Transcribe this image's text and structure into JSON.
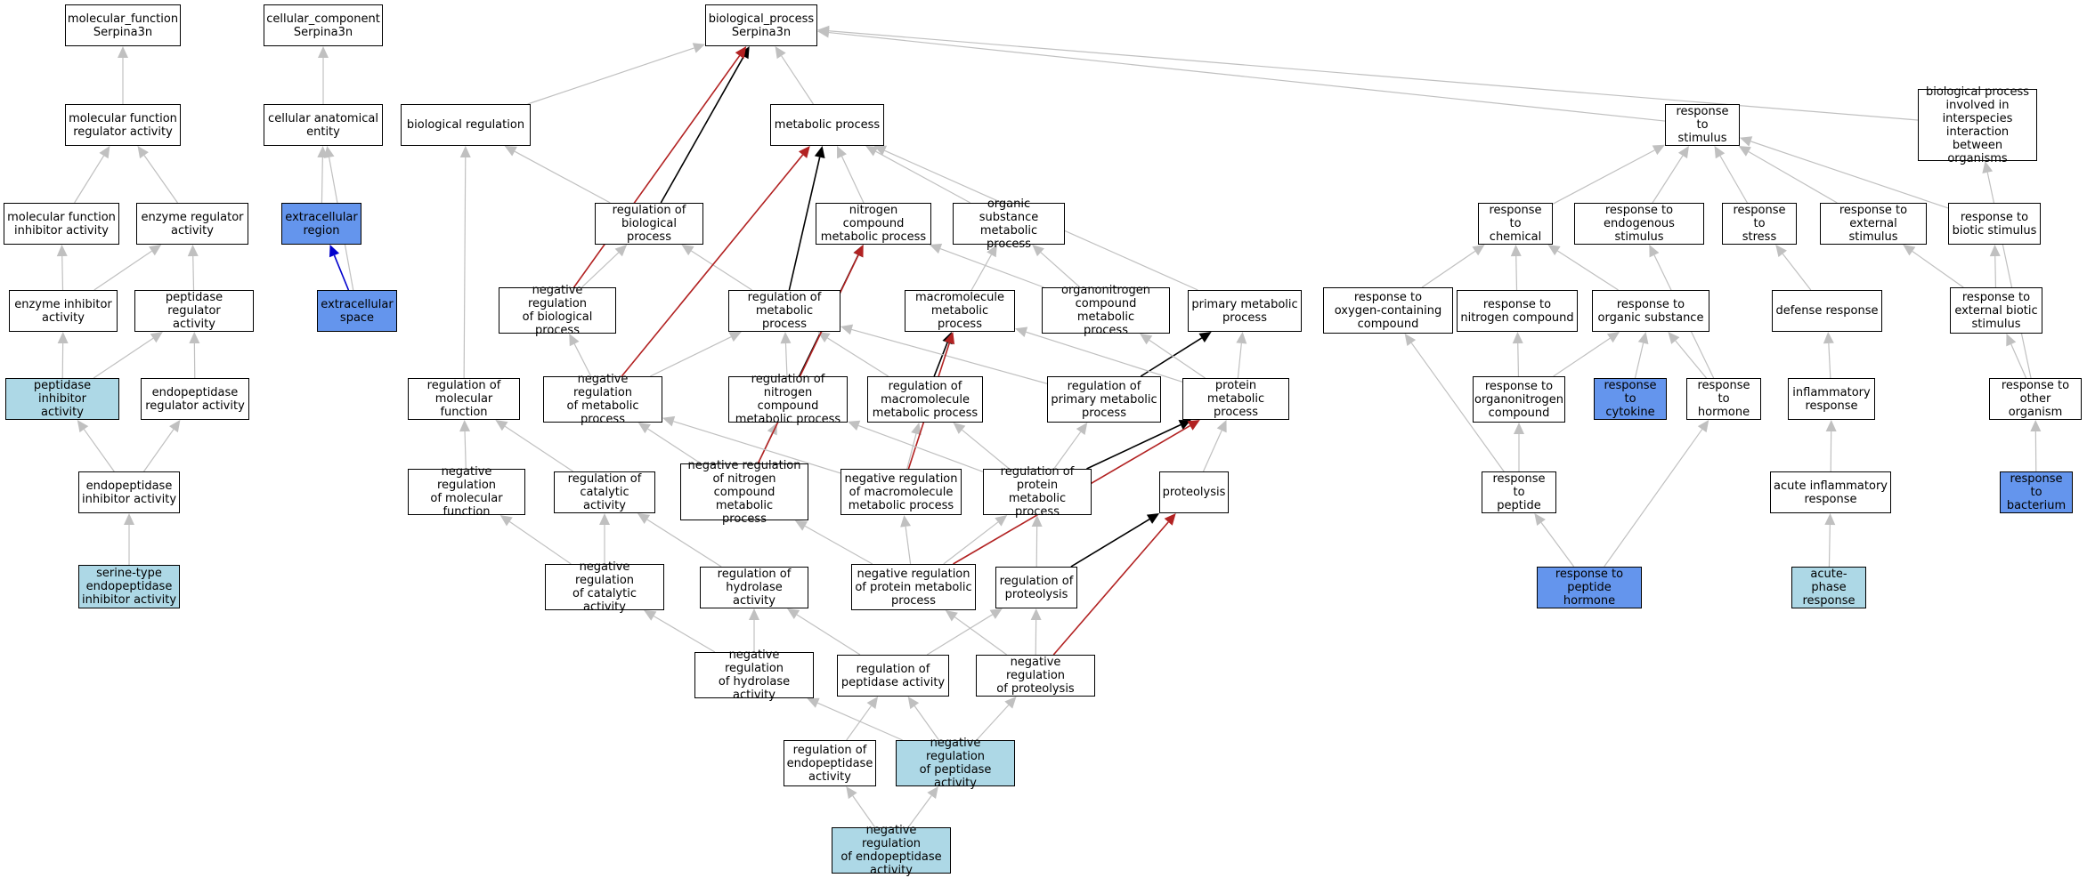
{
  "colors": {
    "edge_gray": "#c0c0c0",
    "edge_black": "#000000",
    "edge_red": "#b22222",
    "edge_blue": "#0000cd",
    "fill_white": "#ffffff",
    "fill_light_blue": "#add8e6",
    "fill_blue": "#6495ed"
  },
  "nodes": {
    "mf_root": {
      "label": "molecular_function\nSerpina3n",
      "fill": "white"
    },
    "cc_root": {
      "label": "cellular_component\nSerpina3n",
      "fill": "white"
    },
    "bp_root": {
      "label": "biological_process\nSerpina3n",
      "fill": "white"
    },
    "mf_reg_act": {
      "label": "molecular function\nregulator activity",
      "fill": "white"
    },
    "cell_anat": {
      "label": "cellular anatomical\nentity",
      "fill": "white"
    },
    "bio_reg": {
      "label": "biological regulation",
      "fill": "white"
    },
    "metab_proc": {
      "label": "metabolic process",
      "fill": "white"
    },
    "resp_stim": {
      "label": "response to\nstimulus",
      "fill": "white"
    },
    "bp_interspecies": {
      "label": "biological process\ninvolved in\ninterspecies\ninteraction\nbetween organisms",
      "fill": "white"
    },
    "mf_inhib_act": {
      "label": "molecular function\ninhibitor activity",
      "fill": "white"
    },
    "enz_reg_act": {
      "label": "enzyme regulator\nactivity",
      "fill": "white"
    },
    "extracell_region": {
      "label": "extracellular\nregion",
      "fill": "blue"
    },
    "reg_bio_proc": {
      "label": "regulation of\nbiological process",
      "fill": "white"
    },
    "nitrogen_metab": {
      "label": "nitrogen compound\nmetabolic process",
      "fill": "white"
    },
    "organic_sub_metab": {
      "label": "organic substance\nmetabolic process",
      "fill": "white"
    },
    "resp_chem": {
      "label": "response to\nchemical",
      "fill": "white"
    },
    "resp_endog": {
      "label": "response to\nendogenous stimulus",
      "fill": "white"
    },
    "resp_stress": {
      "label": "response to\nstress",
      "fill": "white"
    },
    "resp_ext_stim": {
      "label": "response to\nexternal stimulus",
      "fill": "white"
    },
    "resp_biotic": {
      "label": "response to\nbiotic stimulus",
      "fill": "white"
    },
    "enz_inhib_act": {
      "label": "enzyme inhibitor\nactivity",
      "fill": "white"
    },
    "pept_reg_act": {
      "label": "peptidase regulator\nactivity",
      "fill": "white"
    },
    "extracell_space": {
      "label": "extracellular\nspace",
      "fill": "blue"
    },
    "neg_reg_bio_proc": {
      "label": "negative regulation\nof biological\nprocess",
      "fill": "white"
    },
    "reg_metab_proc": {
      "label": "regulation of\nmetabolic process",
      "fill": "white"
    },
    "macromol_metab": {
      "label": "macromolecule\nmetabolic process",
      "fill": "white"
    },
    "organonitrogen_metab": {
      "label": "organonitrogen\ncompound metabolic\nprocess",
      "fill": "white"
    },
    "primary_metab": {
      "label": "primary metabolic\nprocess",
      "fill": "white"
    },
    "resp_oxygen": {
      "label": "response to\noxygen-containing\ncompound",
      "fill": "white"
    },
    "resp_nitrogen": {
      "label": "response to\nnitrogen compound",
      "fill": "white"
    },
    "resp_organic": {
      "label": "response to\norganic substance",
      "fill": "white"
    },
    "defense_resp": {
      "label": "defense response",
      "fill": "white"
    },
    "resp_ext_biotic": {
      "label": "response to\nexternal biotic\nstimulus",
      "fill": "white"
    },
    "pept_inhib_act": {
      "label": "peptidase inhibitor\nactivity",
      "fill": "light"
    },
    "endopept_reg_act": {
      "label": "endopeptidase\nregulator activity",
      "fill": "white"
    },
    "reg_mol_func": {
      "label": "regulation of\nmolecular function",
      "fill": "white"
    },
    "neg_reg_metab": {
      "label": "negative regulation\nof metabolic\nprocess",
      "fill": "white"
    },
    "reg_nitrogen_metab": {
      "label": "regulation of\nnitrogen compound\nmetabolic process",
      "fill": "white"
    },
    "reg_macromol_metab": {
      "label": "regulation of\nmacromolecule\nmetabolic process",
      "fill": "white"
    },
    "reg_primary_metab": {
      "label": "regulation of\nprimary metabolic\nprocess",
      "fill": "white"
    },
    "protein_metab": {
      "label": "protein metabolic\nprocess",
      "fill": "white"
    },
    "resp_organonitrogen": {
      "label": "response to\norganonitrogen\ncompound",
      "fill": "white"
    },
    "resp_cytokine": {
      "label": "response to\ncytokine",
      "fill": "blue"
    },
    "resp_hormone": {
      "label": "response to\nhormone",
      "fill": "white"
    },
    "inflamm_resp": {
      "label": "inflammatory\nresponse",
      "fill": "white"
    },
    "resp_other_org": {
      "label": "response to\nother organism",
      "fill": "white"
    },
    "endopept_inhib_act": {
      "label": "endopeptidase\ninhibitor activity",
      "fill": "white"
    },
    "neg_reg_mol_func": {
      "label": "negative regulation\nof molecular\nfunction",
      "fill": "white"
    },
    "reg_catalytic": {
      "label": "regulation of\ncatalytic activity",
      "fill": "white"
    },
    "neg_reg_nitrogen_metab": {
      "label": "negative regulation\nof nitrogen\ncompound metabolic\nprocess",
      "fill": "white"
    },
    "neg_reg_macromol_metab": {
      "label": "negative regulation\nof macromolecule\nmetabolic process",
      "fill": "white"
    },
    "reg_protein_metab": {
      "label": "regulation of\nprotein metabolic\nprocess",
      "fill": "white"
    },
    "proteolysis": {
      "label": "proteolysis",
      "fill": "white"
    },
    "resp_peptide": {
      "label": "response to\npeptide",
      "fill": "white"
    },
    "acute_inflamm": {
      "label": "acute inflammatory\nresponse",
      "fill": "white"
    },
    "resp_bacterium": {
      "label": "response to\nbacterium",
      "fill": "blue"
    },
    "serine_endopept_inhib": {
      "label": "serine-type\nendopeptidase\ninhibitor activity",
      "fill": "light"
    },
    "neg_reg_catalytic": {
      "label": "negative regulation\nof catalytic\nactivity",
      "fill": "white"
    },
    "reg_hydrolase": {
      "label": "regulation of\nhydrolase activity",
      "fill": "white"
    },
    "neg_reg_protein_metab": {
      "label": "negative regulation\nof protein metabolic\nprocess",
      "fill": "white"
    },
    "reg_proteolysis": {
      "label": "regulation of\nproteolysis",
      "fill": "white"
    },
    "resp_peptide_hormone": {
      "label": "response to\npeptide hormone",
      "fill": "blue"
    },
    "acute_phase": {
      "label": "acute-phase\nresponse",
      "fill": "light"
    },
    "neg_reg_hydrolase": {
      "label": "negative regulation\nof hydrolase\nactivity",
      "fill": "white"
    },
    "reg_peptidase": {
      "label": "regulation of\npeptidase activity",
      "fill": "white"
    },
    "neg_reg_proteolysis": {
      "label": "negative regulation\nof proteolysis",
      "fill": "white"
    },
    "reg_endopept": {
      "label": "regulation of\nendopeptidase\nactivity",
      "fill": "white"
    },
    "neg_reg_pept": {
      "label": "negative regulation\nof peptidase\nactivity",
      "fill": "light"
    },
    "neg_reg_endopept": {
      "label": "negative regulation\nof endopeptidase\nactivity",
      "fill": "light"
    }
  },
  "edges": [
    [
      "mf_reg_act",
      "mf_root",
      "gray"
    ],
    [
      "mf_inhib_act",
      "mf_reg_act",
      "gray"
    ],
    [
      "enz_reg_act",
      "mf_reg_act",
      "gray"
    ],
    [
      "enz_inhib_act",
      "mf_inhib_act",
      "gray"
    ],
    [
      "enz_inhib_act",
      "enz_reg_act",
      "gray"
    ],
    [
      "pept_reg_act",
      "enz_reg_act",
      "gray"
    ],
    [
      "pept_inhib_act",
      "enz_inhib_act",
      "gray"
    ],
    [
      "pept_inhib_act",
      "pept_reg_act",
      "gray"
    ],
    [
      "endopept_reg_act",
      "pept_reg_act",
      "gray"
    ],
    [
      "endopept_inhib_act",
      "pept_inhib_act",
      "gray"
    ],
    [
      "endopept_inhib_act",
      "endopept_reg_act",
      "gray"
    ],
    [
      "serine_endopept_inhib",
      "endopept_inhib_act",
      "gray"
    ],
    [
      "cell_anat",
      "cc_root",
      "gray"
    ],
    [
      "extracell_region",
      "cell_anat",
      "gray"
    ],
    [
      "extracell_space",
      "cell_anat",
      "gray"
    ],
    [
      "extracell_space",
      "extracell_region",
      "blue"
    ],
    [
      "bio_reg",
      "bp_root",
      "gray"
    ],
    [
      "metab_proc",
      "bp_root",
      "gray"
    ],
    [
      "resp_stim",
      "bp_root",
      "gray"
    ],
    [
      "bp_interspecies",
      "bp_root",
      "gray"
    ],
    [
      "reg_bio_proc",
      "bio_reg",
      "gray"
    ],
    [
      "reg_bio_proc",
      "bp_root",
      "black"
    ],
    [
      "neg_reg_bio_proc",
      "reg_bio_proc",
      "gray"
    ],
    [
      "neg_reg_bio_proc",
      "bp_root",
      "red"
    ],
    [
      "nitrogen_metab",
      "metab_proc",
      "gray"
    ],
    [
      "organic_sub_metab",
      "metab_proc",
      "gray"
    ],
    [
      "primary_metab",
      "metab_proc",
      "gray"
    ],
    [
      "macromol_metab",
      "organic_sub_metab",
      "gray"
    ],
    [
      "organonitrogen_metab",
      "nitrogen_metab",
      "gray"
    ],
    [
      "organonitrogen_metab",
      "organic_sub_metab",
      "gray"
    ],
    [
      "reg_metab_proc",
      "reg_bio_proc",
      "gray"
    ],
    [
      "reg_metab_proc",
      "metab_proc",
      "black"
    ],
    [
      "neg_reg_metab",
      "neg_reg_bio_proc",
      "gray"
    ],
    [
      "neg_reg_metab",
      "reg_metab_proc",
      "gray"
    ],
    [
      "neg_reg_metab",
      "metab_proc",
      "red"
    ],
    [
      "reg_nitrogen_metab",
      "reg_metab_proc",
      "gray"
    ],
    [
      "reg_nitrogen_metab",
      "nitrogen_metab",
      "black"
    ],
    [
      "reg_macromol_metab",
      "reg_metab_proc",
      "gray"
    ],
    [
      "reg_macromol_metab",
      "macromol_metab",
      "black"
    ],
    [
      "reg_primary_metab",
      "reg_metab_proc",
      "gray"
    ],
    [
      "reg_primary_metab",
      "primary_metab",
      "black"
    ],
    [
      "protein_metab",
      "primary_metab",
      "gray"
    ],
    [
      "protein_metab",
      "macromol_metab",
      "gray"
    ],
    [
      "protein_metab",
      "organonitrogen_metab",
      "gray"
    ],
    [
      "reg_mol_func",
      "bio_reg",
      "gray"
    ],
    [
      "neg_reg_mol_func",
      "reg_mol_func",
      "gray"
    ],
    [
      "reg_catalytic",
      "reg_mol_func",
      "gray"
    ],
    [
      "neg_reg_nitrogen_metab",
      "neg_reg_metab",
      "gray"
    ],
    [
      "neg_reg_nitrogen_metab",
      "reg_nitrogen_metab",
      "gray"
    ],
    [
      "neg_reg_nitrogen_metab",
      "nitrogen_metab",
      "red"
    ],
    [
      "neg_reg_macromol_metab",
      "neg_reg_metab",
      "gray"
    ],
    [
      "neg_reg_macromol_metab",
      "reg_macromol_metab",
      "gray"
    ],
    [
      "neg_reg_macromol_metab",
      "macromol_metab",
      "red"
    ],
    [
      "reg_protein_metab",
      "reg_macromol_metab",
      "gray"
    ],
    [
      "reg_protein_metab",
      "reg_primary_metab",
      "gray"
    ],
    [
      "reg_protein_metab",
      "protein_metab",
      "black"
    ],
    [
      "reg_protein_metab",
      "reg_nitrogen_metab",
      "gray"
    ],
    [
      "proteolysis",
      "protein_metab",
      "gray"
    ],
    [
      "neg_reg_catalytic",
      "neg_reg_mol_func",
      "gray"
    ],
    [
      "neg_reg_catalytic",
      "reg_catalytic",
      "gray"
    ],
    [
      "reg_hydrolase",
      "reg_catalytic",
      "gray"
    ],
    [
      "neg_reg_protein_metab",
      "neg_reg_macromol_metab",
      "gray"
    ],
    [
      "neg_reg_protein_metab",
      "reg_protein_metab",
      "gray"
    ],
    [
      "neg_reg_protein_metab",
      "neg_reg_nitrogen_metab",
      "gray"
    ],
    [
      "neg_reg_protein_metab",
      "protein_metab",
      "red"
    ],
    [
      "reg_proteolysis",
      "reg_protein_metab",
      "gray"
    ],
    [
      "reg_proteolysis",
      "proteolysis",
      "black"
    ],
    [
      "neg_reg_hydrolase",
      "neg_reg_catalytic",
      "gray"
    ],
    [
      "neg_reg_hydrolase",
      "reg_hydrolase",
      "gray"
    ],
    [
      "reg_peptidase",
      "reg_hydrolase",
      "gray"
    ],
    [
      "reg_peptidase",
      "reg_proteolysis",
      "gray"
    ],
    [
      "neg_reg_proteolysis",
      "reg_proteolysis",
      "gray"
    ],
    [
      "neg_reg_proteolysis",
      "neg_reg_protein_metab",
      "gray"
    ],
    [
      "neg_reg_proteolysis",
      "proteolysis",
      "red"
    ],
    [
      "reg_endopept",
      "reg_peptidase",
      "gray"
    ],
    [
      "neg_reg_pept",
      "neg_reg_hydrolase",
      "gray"
    ],
    [
      "neg_reg_pept",
      "reg_peptidase",
      "gray"
    ],
    [
      "neg_reg_pept",
      "neg_reg_proteolysis",
      "gray"
    ],
    [
      "neg_reg_endopept",
      "reg_endopept",
      "gray"
    ],
    [
      "neg_reg_endopept",
      "neg_reg_pept",
      "gray"
    ],
    [
      "resp_chem",
      "resp_stim",
      "gray"
    ],
    [
      "resp_endog",
      "resp_stim",
      "gray"
    ],
    [
      "resp_stress",
      "resp_stim",
      "gray"
    ],
    [
      "resp_ext_stim",
      "resp_stim",
      "gray"
    ],
    [
      "resp_biotic",
      "resp_stim",
      "gray"
    ],
    [
      "resp_oxygen",
      "resp_chem",
      "gray"
    ],
    [
      "resp_nitrogen",
      "resp_chem",
      "gray"
    ],
    [
      "resp_organic",
      "resp_chem",
      "gray"
    ],
    [
      "defense_resp",
      "resp_stress",
      "gray"
    ],
    [
      "resp_ext_biotic",
      "resp_ext_stim",
      "gray"
    ],
    [
      "resp_ext_biotic",
      "resp_biotic",
      "gray"
    ],
    [
      "resp_organonitrogen",
      "resp_nitrogen",
      "gray"
    ],
    [
      "resp_organonitrogen",
      "resp_organic",
      "gray"
    ],
    [
      "resp_cytokine",
      "resp_organic",
      "gray"
    ],
    [
      "resp_hormone",
      "resp_organic",
      "gray"
    ],
    [
      "resp_hormone",
      "resp_endog",
      "gray"
    ],
    [
      "inflamm_resp",
      "defense_resp",
      "gray"
    ],
    [
      "resp_other_org",
      "resp_ext_biotic",
      "gray"
    ],
    [
      "resp_other_org",
      "bp_interspecies",
      "gray"
    ],
    [
      "resp_peptide",
      "resp_organonitrogen",
      "gray"
    ],
    [
      "resp_peptide",
      "resp_oxygen",
      "gray"
    ],
    [
      "acute_inflamm",
      "inflamm_resp",
      "gray"
    ],
    [
      "resp_bacterium",
      "resp_other_org",
      "gray"
    ],
    [
      "resp_peptide_hormone",
      "resp_peptide",
      "gray"
    ],
    [
      "resp_peptide_hormone",
      "resp_hormone",
      "gray"
    ],
    [
      "acute_phase",
      "acute_inflamm",
      "gray"
    ]
  ]
}
